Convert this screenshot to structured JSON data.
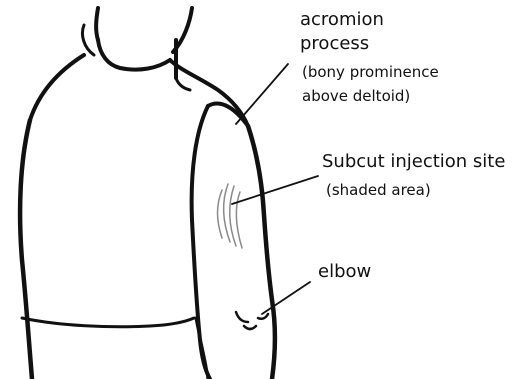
{
  "labels": {
    "acromion_line1": "acromion",
    "acromion_line2": "process",
    "acromion_note_line1": "(bony prominence",
    "acromion_note_line2": "above deltoid)",
    "injection_site": "Subcut injection site",
    "injection_note": "(shaded area)",
    "elbow": "elbow"
  },
  "colors": {
    "ink": "#111111",
    "shading": "#8a8a8a",
    "background": "#ffffff"
  }
}
